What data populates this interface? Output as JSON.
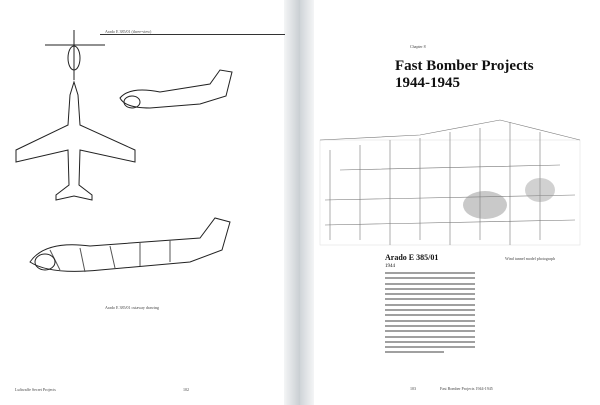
{
  "left_page": {
    "top_caption": "Arado E 385/01 (three-view)",
    "figure_caption": "Arado E 385/01 cutaway drawing",
    "footer_left": "Luftwaffe Secret Projects",
    "page_number": "102"
  },
  "right_page": {
    "section_label": "Chapter 8",
    "title_line1": "Fast Bomber Projects",
    "title_line2": "1944-1945",
    "photo_caption": "Wind tunnel model photograph",
    "article_heading": "Arado E 385/01",
    "article_year": "1944",
    "footer_text": "Fast Bomber Projects 1944-1945",
    "page_number": "103"
  }
}
